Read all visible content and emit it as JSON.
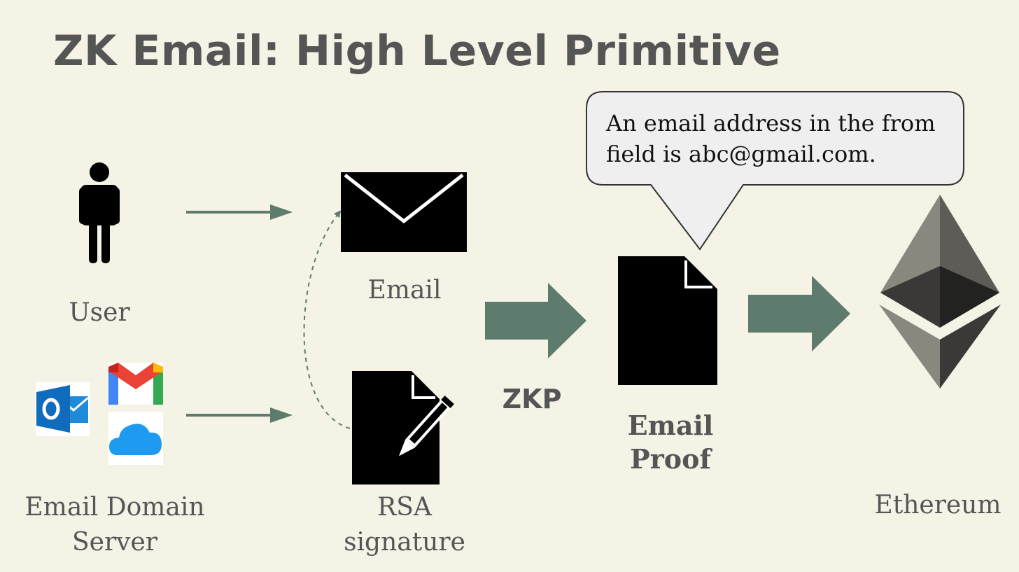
{
  "slide": {
    "title": "ZK Email: High Level Primitive"
  },
  "nodes": {
    "user": {
      "label": "User",
      "icon": "person-icon"
    },
    "email": {
      "label": "Email",
      "icon": "envelope-icon"
    },
    "server": {
      "label": "Email Domain\nServer",
      "icons": [
        "outlook-icon",
        "gmail-icon",
        "icloud-icon"
      ]
    },
    "rsa": {
      "label": "RSA\nsignature",
      "icon": "signed-document-icon"
    },
    "zkp": {
      "label": "ZKP"
    },
    "proof": {
      "label": "Email\nProof",
      "icon": "document-icon"
    },
    "ethereum": {
      "label": "Ethereum",
      "icon": "ethereum-icon"
    }
  },
  "callout": {
    "text": "An email address in the from\nfield is abc@gmail.com."
  },
  "colors": {
    "background": "#f5f2e6",
    "arrow": "#5e7c6d",
    "text": "#555555",
    "callout_fill": "#efefef"
  }
}
